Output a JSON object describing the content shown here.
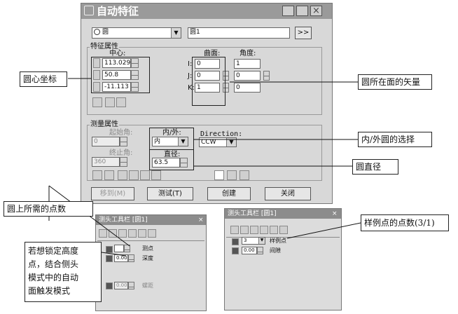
{
  "main_window": {
    "title": "自动特征",
    "feature_type": "圆",
    "feature_name": "圆1",
    "expand_label": ">>",
    "feature_props_group": "特征属性",
    "center_label": "中心:",
    "center_x": "113.029",
    "center_y": "50.8",
    "center_z": "-11.113",
    "surface_label": "曲面:",
    "angle_label": "角度:",
    "axis_i": "I:",
    "axis_j": "J:",
    "axis_k": "K:",
    "vec_i": "0",
    "vec_j": "0",
    "vec_k": "1",
    "ang_i": "1",
    "ang_j": "0",
    "ang_k": "0",
    "meas_props_group": "测量属性",
    "start_angle_label": "起始角:",
    "start_angle": "0",
    "end_angle_label": "终止角:",
    "end_angle": "360",
    "inout_label": "内/外:",
    "inout_value": "内",
    "direction_label": "Direction:",
    "direction_value": "CCW",
    "diameter_label": "直径:",
    "diameter": "63.5",
    "move_to_button": "移到(M)",
    "test_button": "测试(T)",
    "create_button": "创建",
    "close_button": "关闭"
  },
  "probe_toolbar_left": {
    "title": "测头工具栏 [圆1]",
    "close": "×",
    "points_label": "测点",
    "points_value": "",
    "depth_label": "深度",
    "depth_value": "0.00",
    "pitch_label": "螺距",
    "pitch_value": "0.00"
  },
  "probe_toolbar_right": {
    "title": "测头工具栏 [圆1]",
    "close": "×",
    "sample_label": "样例点",
    "sample_value": "3",
    "gap_label": "间隙",
    "gap_value": "0.00"
  },
  "callouts": {
    "center_coords": "圆心坐标",
    "plane_vector": "圆所在面的矢量",
    "inout_select": "内/外圆的选择",
    "diameter": "圆直径",
    "points_needed": "圆上所需的点数",
    "sample_points": "样例点的点数(3/1)",
    "lock_height_1": "若想锁定高度",
    "lock_height_2": "点，结合侧头",
    "lock_height_3": "模式中的自动",
    "lock_height_4": "面触发模式"
  },
  "colors": {
    "title_bar": "#9a9a9a",
    "window_bg": "#d8d8d8",
    "toolbar_title": "#8c8c8c"
  }
}
